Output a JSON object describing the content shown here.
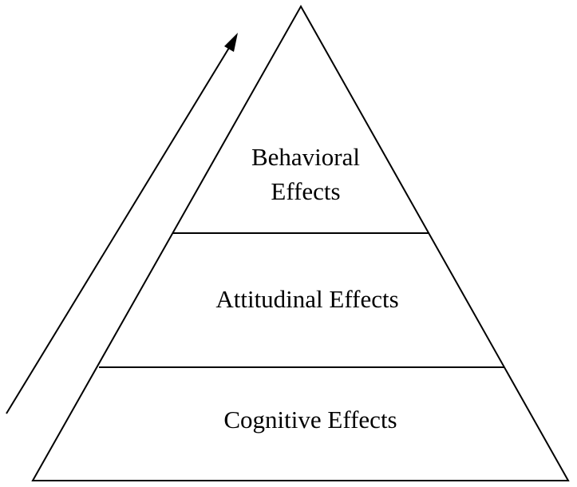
{
  "diagram": {
    "type": "pyramid",
    "levels": [
      {
        "id": "top",
        "lines": [
          "Behavioral",
          "Effects"
        ]
      },
      {
        "id": "middle",
        "lines": [
          "Attitudinal Effects"
        ]
      },
      {
        "id": "bottom",
        "lines": [
          "Cognitive Effects"
        ]
      }
    ],
    "arrow": {
      "direction": "upward"
    },
    "colors": {
      "stroke": "#000000",
      "text": "#000000",
      "background": "#ffffff"
    }
  }
}
